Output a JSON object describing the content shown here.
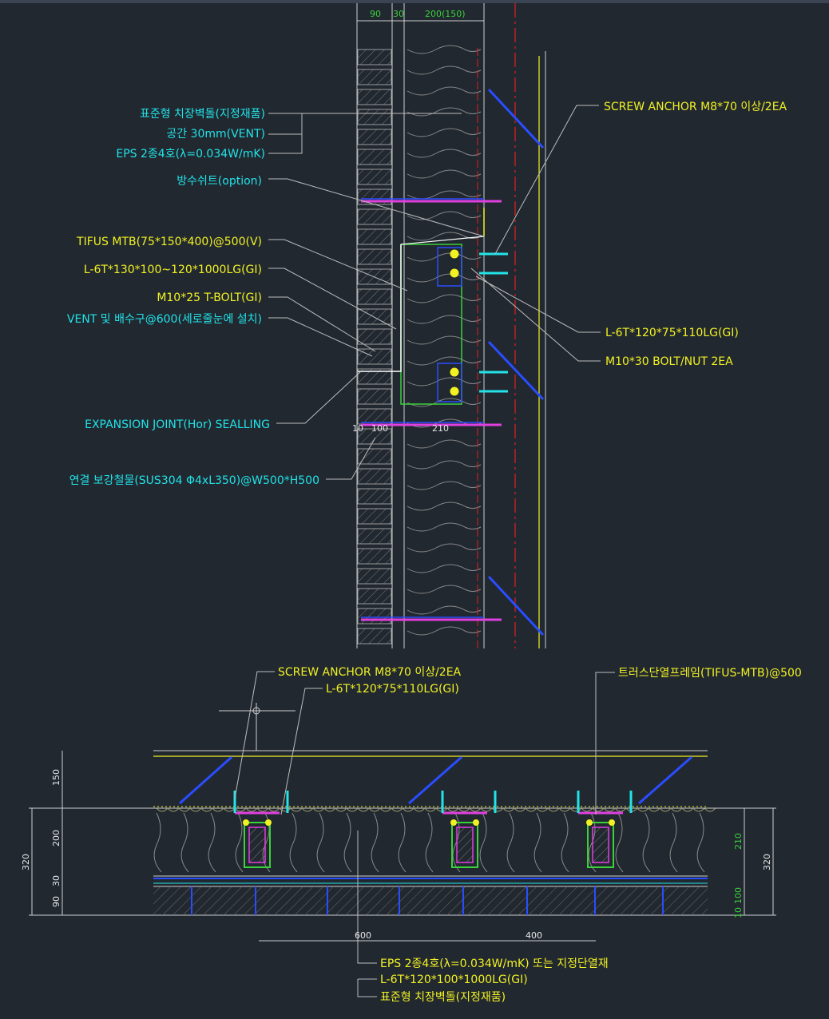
{
  "section": {
    "dims_top": [
      "90",
      "30",
      "200(150)"
    ],
    "labels_left": [
      {
        "text": "표준형 치장벽돌(지정재품)",
        "color": "#22e3e8"
      },
      {
        "text": "공간 30mm(VENT)",
        "color": "#22e3e8"
      },
      {
        "text": "EPS 2종4호(λ=0.034W/mK)",
        "color": "#22e3e8"
      },
      {
        "text": "방수쉬트(option)",
        "color": "#22e3e8"
      },
      {
        "text": "TIFUS MTB(75*150*400)@500(V)",
        "color": "#f2f222"
      },
      {
        "text": "L-6T*130*100~120*1000LG(GI)",
        "color": "#f2f222"
      },
      {
        "text": "M10*25 T-BOLT(GI)",
        "color": "#f2f222"
      },
      {
        "text": "VENT 및 배수구@600(세로줄눈에 설치)",
        "color": "#22e3e8"
      },
      {
        "text": "EXPANSION JOINT(Hor) SEALLING",
        "color": "#22e3e8"
      },
      {
        "text": "연결 보강철물(SUS304 Φ4xL350)@W500*H500",
        "color": "#22e3e8"
      }
    ],
    "labels_right": [
      {
        "text": "SCREW ANCHOR M8*70 이상/2EA",
        "color": "#f2f222"
      },
      {
        "text": "L-6T*120*75*110LG(GI)",
        "color": "#f2f222"
      },
      {
        "text": "M10*30 BOLT/NUT 2EA",
        "color": "#f2f222"
      }
    ],
    "dims_mid": [
      "10",
      "100",
      "210"
    ]
  },
  "plan": {
    "labels_top": [
      {
        "text": "SCREW ANCHOR M8*70 이상/2EA",
        "color": "#f2f222"
      },
      {
        "text": "L-6T*120*75*110LG(GI)",
        "color": "#f2f222"
      },
      {
        "text": "트러스단열프레임(TIFUS-MTB)@500",
        "color": "#f2f222"
      }
    ],
    "dims_left": [
      "150",
      "200",
      "30",
      "90"
    ],
    "dim_total_left": "320",
    "dims_right": [
      "210",
      "100",
      "10"
    ],
    "dim_total_right": "320",
    "dims_bottom": [
      "600",
      "400"
    ],
    "labels_bottom": [
      {
        "text": "EPS 2종4호(λ=0.034W/mK) 또는 지정단열재",
        "color": "#f2f222"
      },
      {
        "text": "L-6T*120*100*1000LG(GI)",
        "color": "#f2f222"
      },
      {
        "text": "표준형 치장벽돌(지정재품)",
        "color": "#f2f222"
      }
    ]
  },
  "colors": {
    "background": "#212830",
    "cyan": "#22e3e8",
    "yellow": "#f2f222",
    "green": "#3bd13b",
    "red": "#e02020",
    "magenta": "#e040e0",
    "blue": "#2a4dff"
  }
}
